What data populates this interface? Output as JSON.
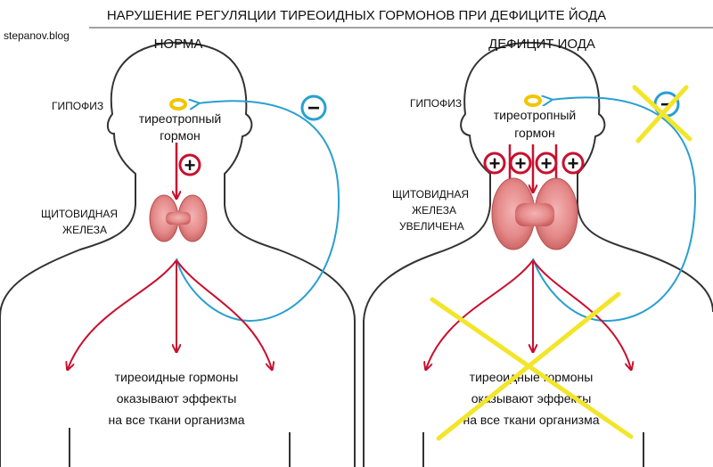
{
  "title": "НАРУШЕНИЕ РЕГУЛЯЦИИ ТИРЕОИДНЫХ ГОРМОНОВ ПРИ ДЕФИЦИТЕ ЙОДА",
  "watermark": "stepanov.blog",
  "colors": {
    "outline": "#333333",
    "arrow_red": "#c8102e",
    "feedback_blue": "#2a9fd0",
    "cross_yellow": "#f2e52a",
    "gland": "#e58a8a",
    "pituitary": "#f2c500"
  },
  "normal": {
    "heading": "НОРМА",
    "pituitary_label": "ГИПОФИЗ",
    "hormone_line1": "тиреотропный",
    "hormone_line2": "гормон",
    "plus_sign": "+",
    "minus_sign": "−",
    "gland_line1": "ЩИТОВИДНАЯ",
    "gland_line2": "ЖЕЛЕЗА",
    "effect_line1": "тиреоидные гормоны",
    "effect_line2": "оказывают эффекты",
    "effect_line3": "на все ткани организма"
  },
  "deficit": {
    "heading": "ДЕФИЦИТ ИОДА",
    "pituitary_label": "ГИПОФИЗ",
    "hormone_line1": "тиреотропный",
    "hormone_line2": "гормон",
    "plus_sign": "+",
    "minus_sign": "−",
    "gland_line1": "ЩИТОВИДНАЯ",
    "gland_line2": "ЖЕЛЕЗА",
    "gland_line3": "УВЕЛИЧЕНА",
    "effect_line1": "тиреоидные гормоны",
    "effect_line2": "оказывают эффекты",
    "effect_line3": "на все ткани организма"
  }
}
